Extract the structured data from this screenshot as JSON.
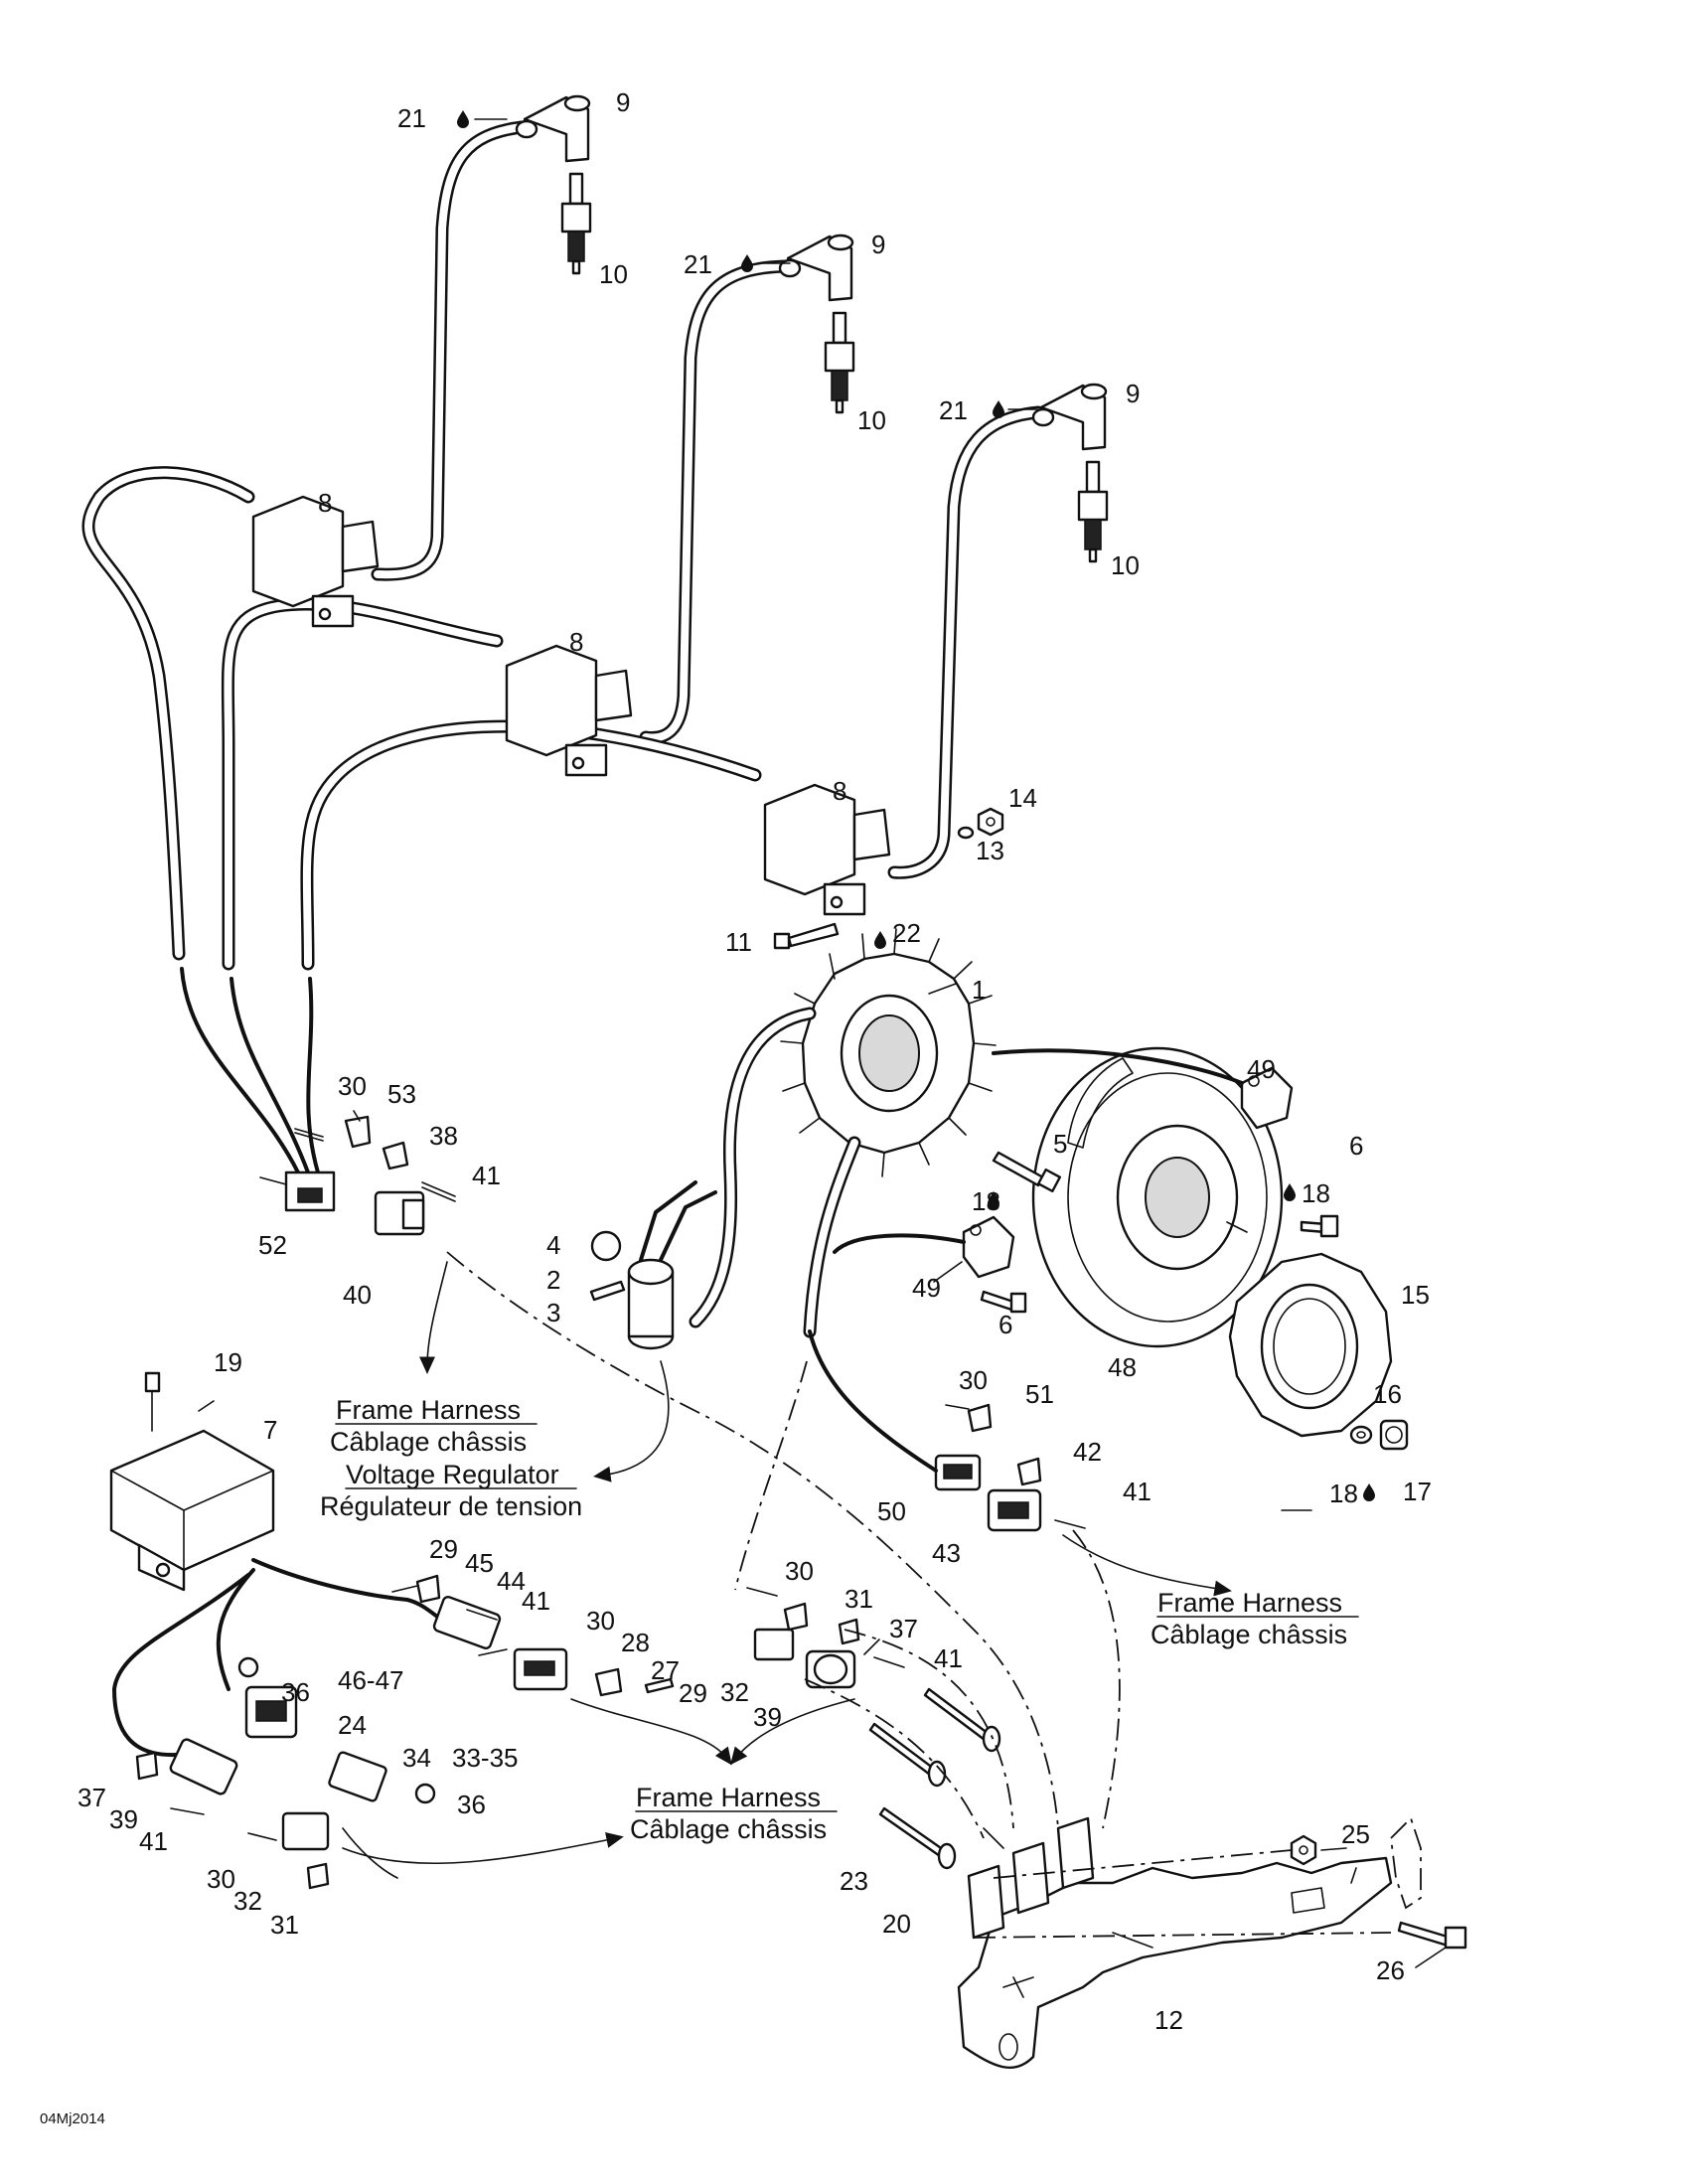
{
  "callouts": {
    "c1": "1",
    "c2": "2",
    "c3": "3",
    "c4": "4",
    "c5": "5",
    "c6a": "6",
    "c6b": "6",
    "c7": "7",
    "c8a": "8",
    "c8b": "8",
    "c8c": "8",
    "c9a": "9",
    "c9b": "9",
    "c9c": "9",
    "c10a": "10",
    "c10b": "10",
    "c10c": "10",
    "c11": "11",
    "c12": "12",
    "c13": "13",
    "c14": "14",
    "c15": "15",
    "c16": "16",
    "c17": "17",
    "c18a": "18",
    "c18b": "18",
    "c18c": "18",
    "c19": "19",
    "c20": "20",
    "c21a": "21",
    "c21b": "21",
    "c21c": "21",
    "c22": "22",
    "c23": "23",
    "c24": "24",
    "c25": "25",
    "c26": "26",
    "c27": "27",
    "c28": "28",
    "c29a": "29",
    "c29b": "29",
    "c30a": "30",
    "c30b": "30",
    "c30c": "30",
    "c30d": "30",
    "c30e": "30",
    "c31a": "31",
    "c31b": "31",
    "c32a": "32",
    "c32b": "32",
    "c33_35": "33-35",
    "c34": "34",
    "c36a": "36",
    "c36b": "36",
    "c37a": "37",
    "c37b": "37",
    "c38": "38",
    "c39a": "39",
    "c39b": "39",
    "c40": "40",
    "c41a": "41",
    "c41b": "41",
    "c41c": "41",
    "c41d": "41",
    "c41e": "41",
    "c42": "42",
    "c43": "43",
    "c44": "44",
    "c45": "45",
    "c46_47": "46-47",
    "c48": "48",
    "c49a": "49",
    "c49b": "49",
    "c50": "50",
    "c51": "51",
    "c52": "52",
    "c53": "53"
  },
  "captions": {
    "frame_harness_en": "Frame Harness",
    "frame_harness_fr": "Câblage châssis",
    "voltage_regulator_en": "Voltage Regulator",
    "voltage_regulator_fr": "Régulateur de tension"
  },
  "footer": {
    "drawing_code": "04Mj2014"
  }
}
